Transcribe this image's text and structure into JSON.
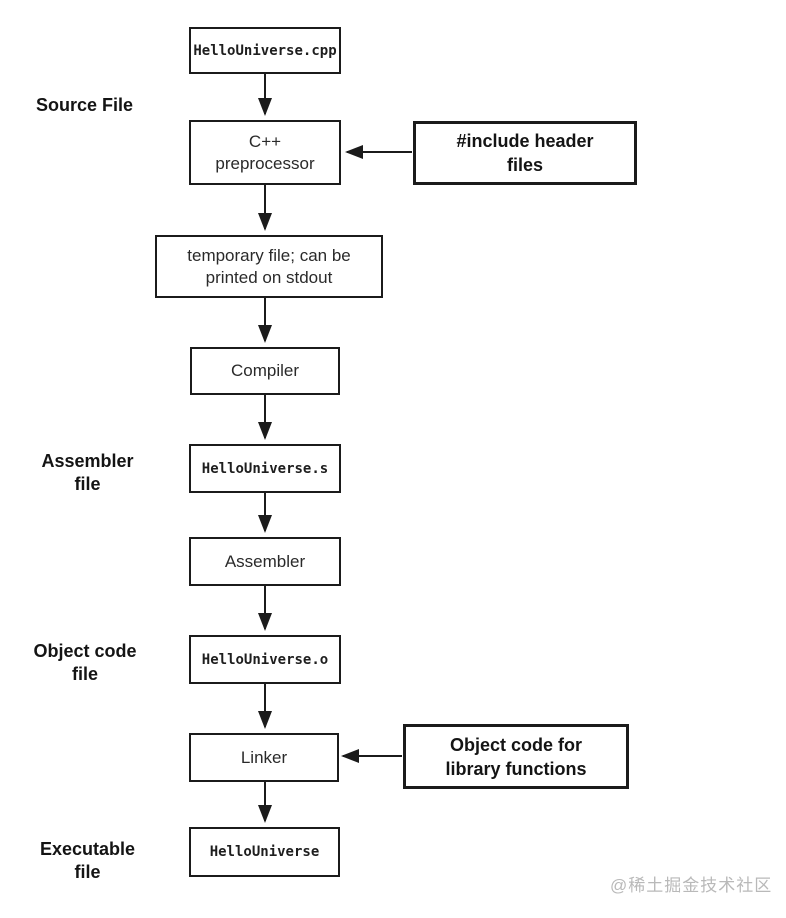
{
  "canvas": {
    "background": "#ffffff",
    "ink": "#1b1b1b"
  },
  "side_labels": {
    "source": "Source File",
    "assembler": "Assembler\nfile",
    "object_code": "Object code\nfile",
    "executable": "Executable\nfile"
  },
  "nodes": {
    "source_file": "HelloUniverse.cpp",
    "preprocessor": "C++\npreprocessor",
    "include_headers": "#include header\nfiles",
    "temp_file": "temporary file; can be\nprinted on stdout",
    "compiler": "Compiler",
    "assembly_file": "HelloUniverse.s",
    "assembler": "Assembler",
    "object_file": "HelloUniverse.o",
    "linker": "Linker",
    "library_objects": "Object code for\nlibrary functions",
    "executable": "HelloUniverse"
  },
  "watermark": {
    "text": "@稀土掘金技术社区",
    "color": "#b9b9b9"
  }
}
